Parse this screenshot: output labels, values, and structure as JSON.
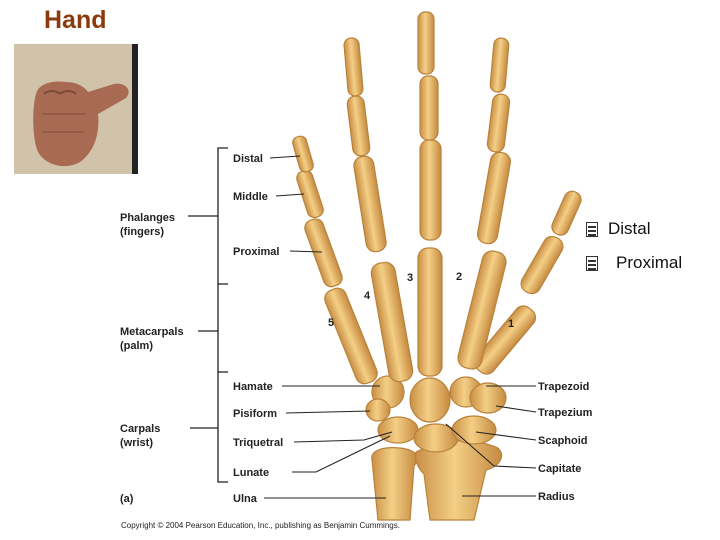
{
  "title": "Hand",
  "labels": {
    "phalanges": [
      "Phalanges",
      "(fingers)"
    ],
    "metacarpals": [
      "Metacarpals",
      "(palm)"
    ],
    "carpals": [
      "Carpals",
      "(wrist)"
    ],
    "distal": "Distal",
    "middle": "Middle",
    "proximal": "Proximal",
    "hamate": "Hamate",
    "pisiform": "Pisiform",
    "triquetral": "Triquetral",
    "lunate": "Lunate",
    "ulna": "Ulna",
    "trapezoid": "Trapezoid",
    "trapezium": "Trapezium",
    "scaphoid": "Scaphoid",
    "capitate": "Capitate",
    "radius": "Radius",
    "panel": "(a)"
  },
  "digit_numbers": [
    "1",
    "2",
    "3",
    "4",
    "5"
  ],
  "bullets": [
    {
      "icon": "list-icon",
      "text": "Distal"
    },
    {
      "icon": "list-icon",
      "text": "Proximal"
    }
  ],
  "copyright": "Copyright © 2004 Pearson Education, Inc., publishing as Benjamin Cummings.",
  "colors": {
    "title": "#8b3a0e",
    "bone": "#e8b968",
    "bone_edge": "#b9823a",
    "photo_bg": "#cfc0a6",
    "skin": "#a86a52"
  }
}
